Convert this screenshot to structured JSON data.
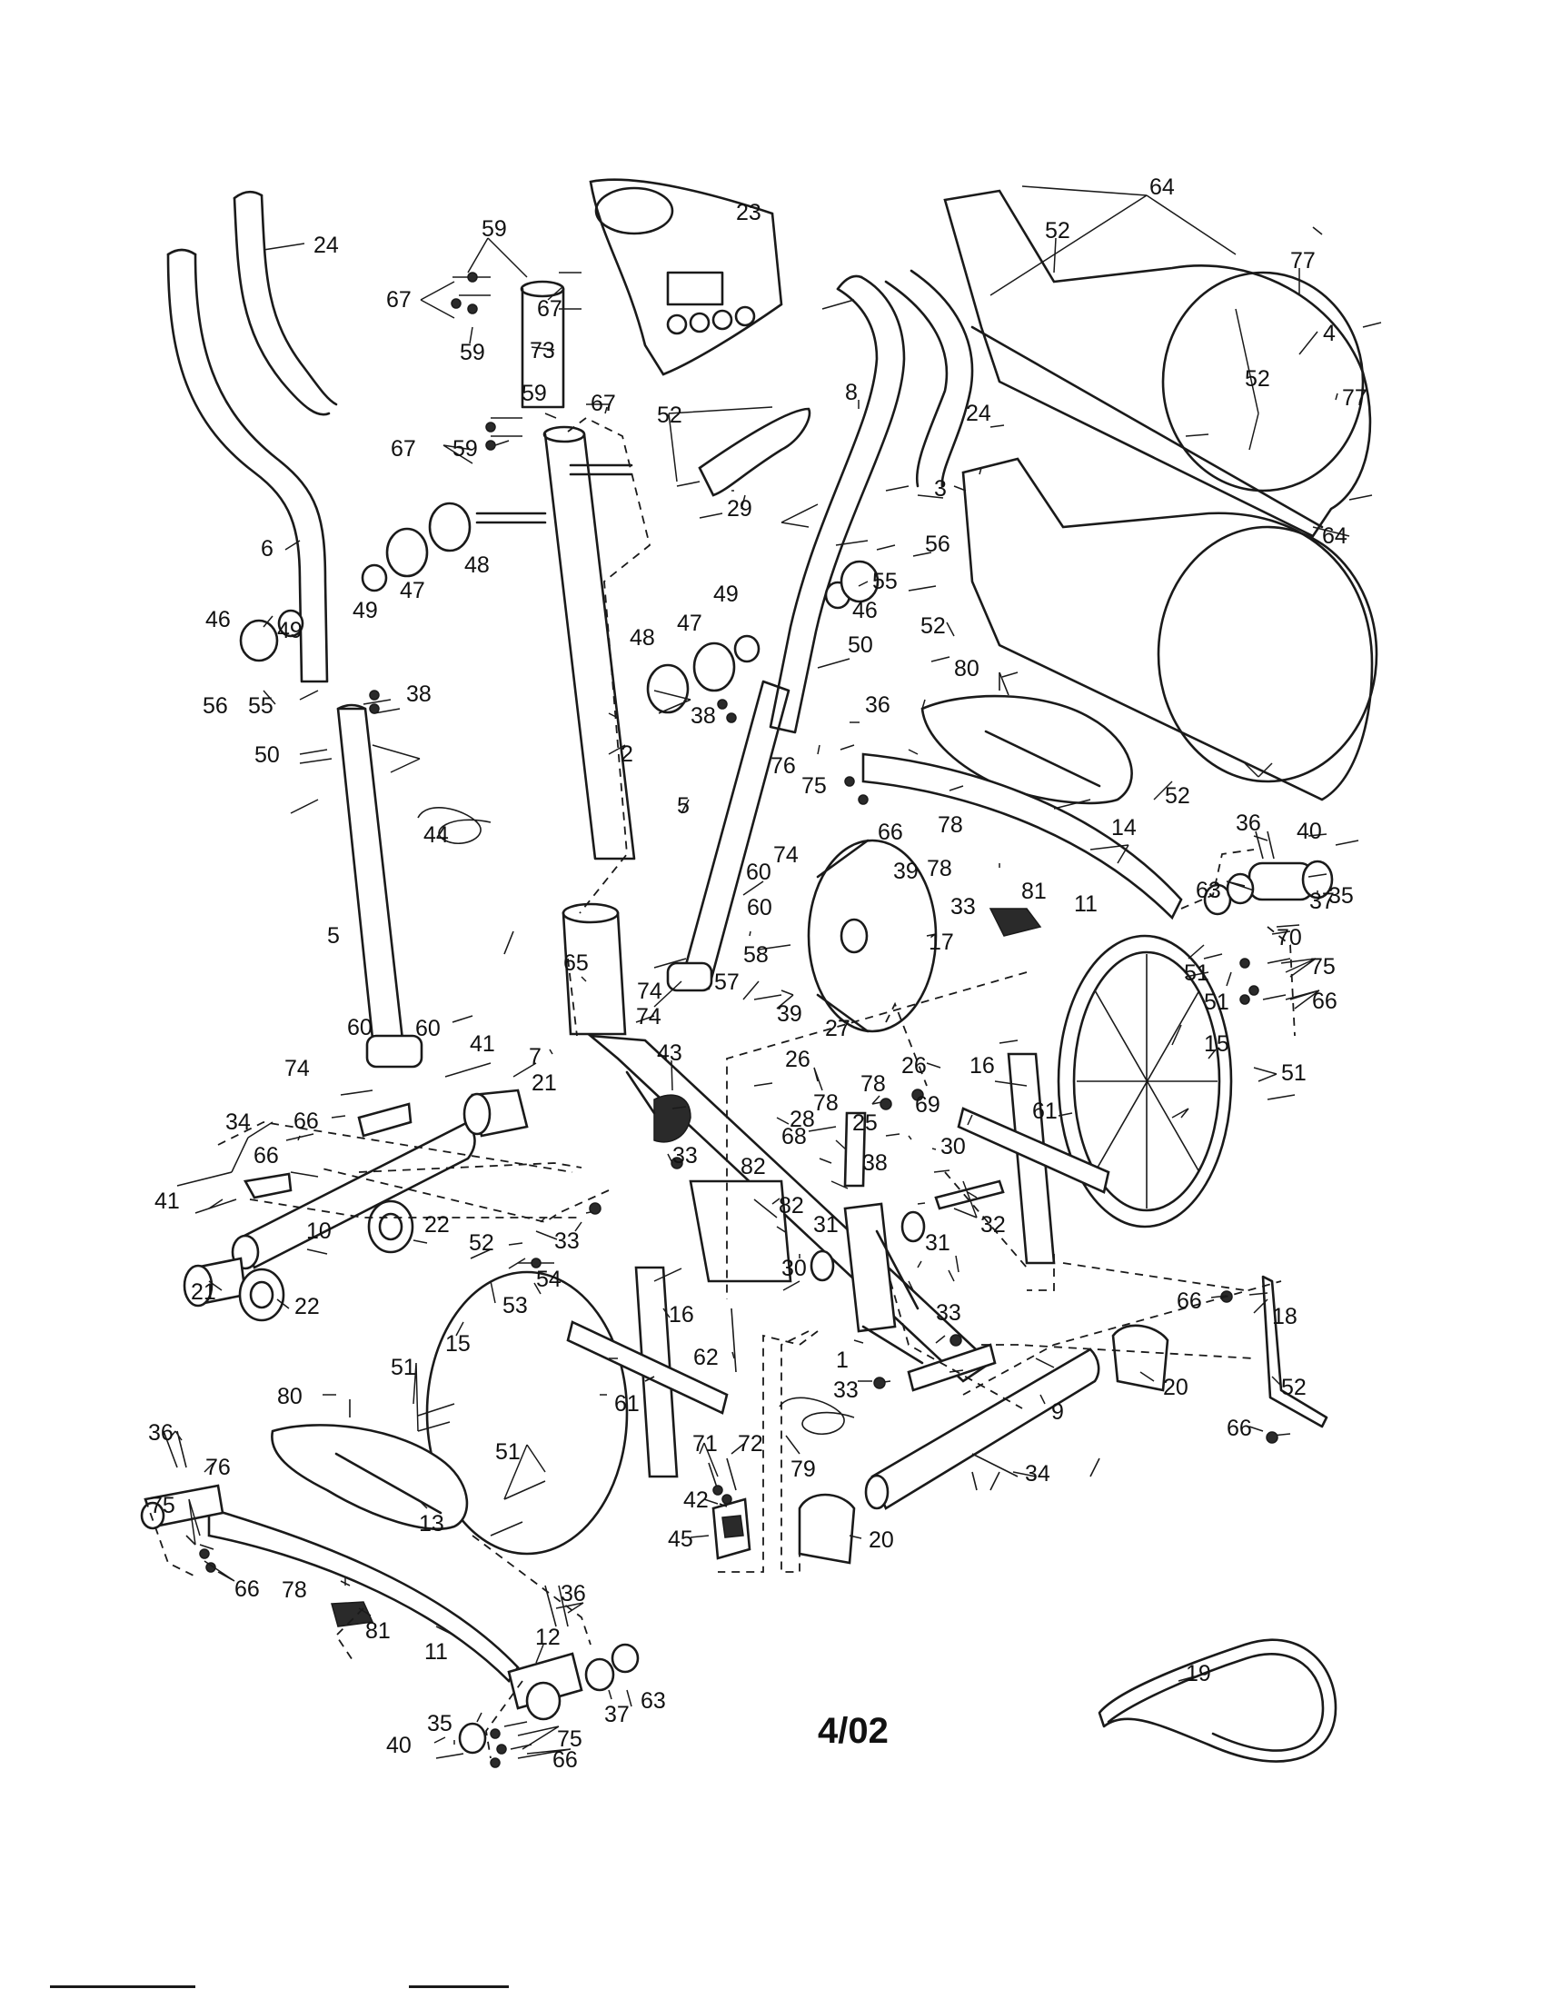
{
  "revision": "4/02",
  "labels": [
    {
      "id": "c1",
      "text": "24"
    },
    {
      "id": "c2",
      "text": "59"
    },
    {
      "id": "c3",
      "text": "67"
    },
    {
      "id": "c4",
      "text": "67"
    },
    {
      "id": "c5",
      "text": "59"
    },
    {
      "id": "c6",
      "text": "73"
    },
    {
      "id": "c7",
      "text": "23"
    },
    {
      "id": "c8",
      "text": "64"
    },
    {
      "id": "c9",
      "text": "52"
    },
    {
      "id": "c10",
      "text": "77"
    },
    {
      "id": "c11",
      "text": "4"
    },
    {
      "id": "c12",
      "text": "59"
    },
    {
      "id": "c13",
      "text": "67"
    },
    {
      "id": "c14",
      "text": "67"
    },
    {
      "id": "c15",
      "text": "59"
    },
    {
      "id": "c16",
      "text": "52"
    },
    {
      "id": "c17",
      "text": "8"
    },
    {
      "id": "c18",
      "text": "24"
    },
    {
      "id": "c19",
      "text": "52"
    },
    {
      "id": "c20",
      "text": "77"
    },
    {
      "id": "c21",
      "text": "29"
    },
    {
      "id": "c22",
      "text": "6"
    },
    {
      "id": "c23",
      "text": "48"
    },
    {
      "id": "c24",
      "text": "47"
    },
    {
      "id": "c25",
      "text": "49"
    },
    {
      "id": "c26",
      "text": "3"
    },
    {
      "id": "c27",
      "text": "64"
    },
    {
      "id": "c28",
      "text": "56"
    },
    {
      "id": "c29",
      "text": "55"
    },
    {
      "id": "c30",
      "text": "46"
    },
    {
      "id": "c31",
      "text": "49"
    },
    {
      "id": "c32",
      "text": "49"
    },
    {
      "id": "c33",
      "text": "46"
    },
    {
      "id": "c34",
      "text": "52"
    },
    {
      "id": "c35",
      "text": "55"
    },
    {
      "id": "c36",
      "text": "56"
    },
    {
      "id": "c37",
      "text": "48"
    },
    {
      "id": "c38",
      "text": "47"
    },
    {
      "id": "c39",
      "text": "50"
    },
    {
      "id": "c40",
      "text": "80"
    },
    {
      "id": "c41",
      "text": "38"
    },
    {
      "id": "c42",
      "text": "2"
    },
    {
      "id": "c43",
      "text": "36"
    },
    {
      "id": "c44",
      "text": "38"
    },
    {
      "id": "c45",
      "text": "50"
    },
    {
      "id": "c46",
      "text": "76"
    },
    {
      "id": "c47",
      "text": "75"
    },
    {
      "id": "c48",
      "text": "52"
    },
    {
      "id": "c49",
      "text": "5"
    },
    {
      "id": "c50",
      "text": "66"
    },
    {
      "id": "c51",
      "text": "14"
    },
    {
      "id": "c52",
      "text": "44"
    },
    {
      "id": "c53",
      "text": "78"
    },
    {
      "id": "c54",
      "text": "36"
    },
    {
      "id": "c55",
      "text": "40"
    },
    {
      "id": "c56",
      "text": "74"
    },
    {
      "id": "c57",
      "text": "60"
    },
    {
      "id": "c58",
      "text": "39"
    },
    {
      "id": "c59",
      "text": "78"
    },
    {
      "id": "c60",
      "text": "81"
    },
    {
      "id": "c61",
      "text": "35"
    },
    {
      "id": "c62",
      "text": "33"
    },
    {
      "id": "c63",
      "text": "11"
    },
    {
      "id": "c64",
      "text": "63"
    },
    {
      "id": "c65",
      "text": "37"
    },
    {
      "id": "c66",
      "text": "5"
    },
    {
      "id": "c67",
      "text": "60"
    },
    {
      "id": "c68",
      "text": "70"
    },
    {
      "id": "c69",
      "text": "58"
    },
    {
      "id": "c70",
      "text": "17"
    },
    {
      "id": "c71",
      "text": "74"
    },
    {
      "id": "c72",
      "text": "75"
    },
    {
      "id": "c73",
      "text": "65"
    },
    {
      "id": "c74",
      "text": "57"
    },
    {
      "id": "c75",
      "text": "51"
    },
    {
      "id": "c76",
      "text": "74"
    },
    {
      "id": "c77",
      "text": "39"
    },
    {
      "id": "c78",
      "text": "51"
    },
    {
      "id": "c79",
      "text": "66"
    },
    {
      "id": "c80",
      "text": "60"
    },
    {
      "id": "c81",
      "text": "60"
    },
    {
      "id": "c82",
      "text": "27"
    },
    {
      "id": "c83",
      "text": "15"
    },
    {
      "id": "c84",
      "text": "7"
    },
    {
      "id": "c85",
      "text": "43"
    },
    {
      "id": "c86",
      "text": "41"
    },
    {
      "id": "c87",
      "text": "74"
    },
    {
      "id": "c88",
      "text": "26"
    },
    {
      "id": "c89",
      "text": "78"
    },
    {
      "id": "c90",
      "text": "26"
    },
    {
      "id": "c91",
      "text": "16"
    },
    {
      "id": "c92",
      "text": "51"
    },
    {
      "id": "c93",
      "text": "21"
    },
    {
      "id": "c94",
      "text": "78"
    },
    {
      "id": "c95",
      "text": "69"
    },
    {
      "id": "c96",
      "text": "34"
    },
    {
      "id": "c97",
      "text": "66"
    },
    {
      "id": "c98",
      "text": "28"
    },
    {
      "id": "c99",
      "text": "25"
    },
    {
      "id": "c100",
      "text": "61"
    },
    {
      "id": "c101",
      "text": "66"
    },
    {
      "id": "c102",
      "text": "68"
    },
    {
      "id": "c103",
      "text": "33"
    },
    {
      "id": "c104",
      "text": "38"
    },
    {
      "id": "c105",
      "text": "82"
    },
    {
      "id": "c106",
      "text": "30"
    },
    {
      "id": "c107",
      "text": "41"
    },
    {
      "id": "c108",
      "text": "82"
    },
    {
      "id": "c109",
      "text": "10"
    },
    {
      "id": "c110",
      "text": "22"
    },
    {
      "id": "c111",
      "text": "31"
    },
    {
      "id": "c112",
      "text": "32"
    },
    {
      "id": "c113",
      "text": "33"
    },
    {
      "id": "c114",
      "text": "31"
    },
    {
      "id": "c115",
      "text": "52"
    },
    {
      "id": "c116",
      "text": "21"
    },
    {
      "id": "c117",
      "text": "30"
    },
    {
      "id": "c118",
      "text": "54"
    },
    {
      "id": "c119",
      "text": "53"
    },
    {
      "id": "c120",
      "text": "22"
    },
    {
      "id": "c121",
      "text": "66"
    },
    {
      "id": "c122",
      "text": "16"
    },
    {
      "id": "c123",
      "text": "33"
    },
    {
      "id": "c124",
      "text": "18"
    },
    {
      "id": "c125",
      "text": "15"
    },
    {
      "id": "c126",
      "text": "62"
    },
    {
      "id": "c127",
      "text": "1"
    },
    {
      "id": "c128",
      "text": "20"
    },
    {
      "id": "c129",
      "text": "52"
    },
    {
      "id": "c130",
      "text": "51"
    },
    {
      "id": "c131",
      "text": "33"
    },
    {
      "id": "c132",
      "text": "9"
    },
    {
      "id": "c133",
      "text": "80"
    },
    {
      "id": "c134",
      "text": "61"
    },
    {
      "id": "c135",
      "text": "66"
    },
    {
      "id": "c136",
      "text": "36"
    },
    {
      "id": "c137",
      "text": "71"
    },
    {
      "id": "c138",
      "text": "72"
    },
    {
      "id": "c139",
      "text": "76"
    },
    {
      "id": "c140",
      "text": "79"
    },
    {
      "id": "c141",
      "text": "34"
    },
    {
      "id": "c142",
      "text": "51"
    },
    {
      "id": "c143",
      "text": "42"
    },
    {
      "id": "c144",
      "text": "75"
    },
    {
      "id": "c145",
      "text": "13"
    },
    {
      "id": "c146",
      "text": "45"
    },
    {
      "id": "c147",
      "text": "20"
    },
    {
      "id": "c148",
      "text": "66"
    },
    {
      "id": "c149",
      "text": "78"
    },
    {
      "id": "c150",
      "text": "36"
    },
    {
      "id": "c151",
      "text": "19"
    },
    {
      "id": "c152",
      "text": "81"
    },
    {
      "id": "c153",
      "text": "11"
    },
    {
      "id": "c154",
      "text": "12"
    },
    {
      "id": "c155",
      "text": "37"
    },
    {
      "id": "c156",
      "text": "63"
    },
    {
      "id": "c157",
      "text": "75"
    },
    {
      "id": "c158",
      "text": "40"
    },
    {
      "id": "c159",
      "text": "35"
    },
    {
      "id": "c160",
      "text": "66"
    }
  ]
}
